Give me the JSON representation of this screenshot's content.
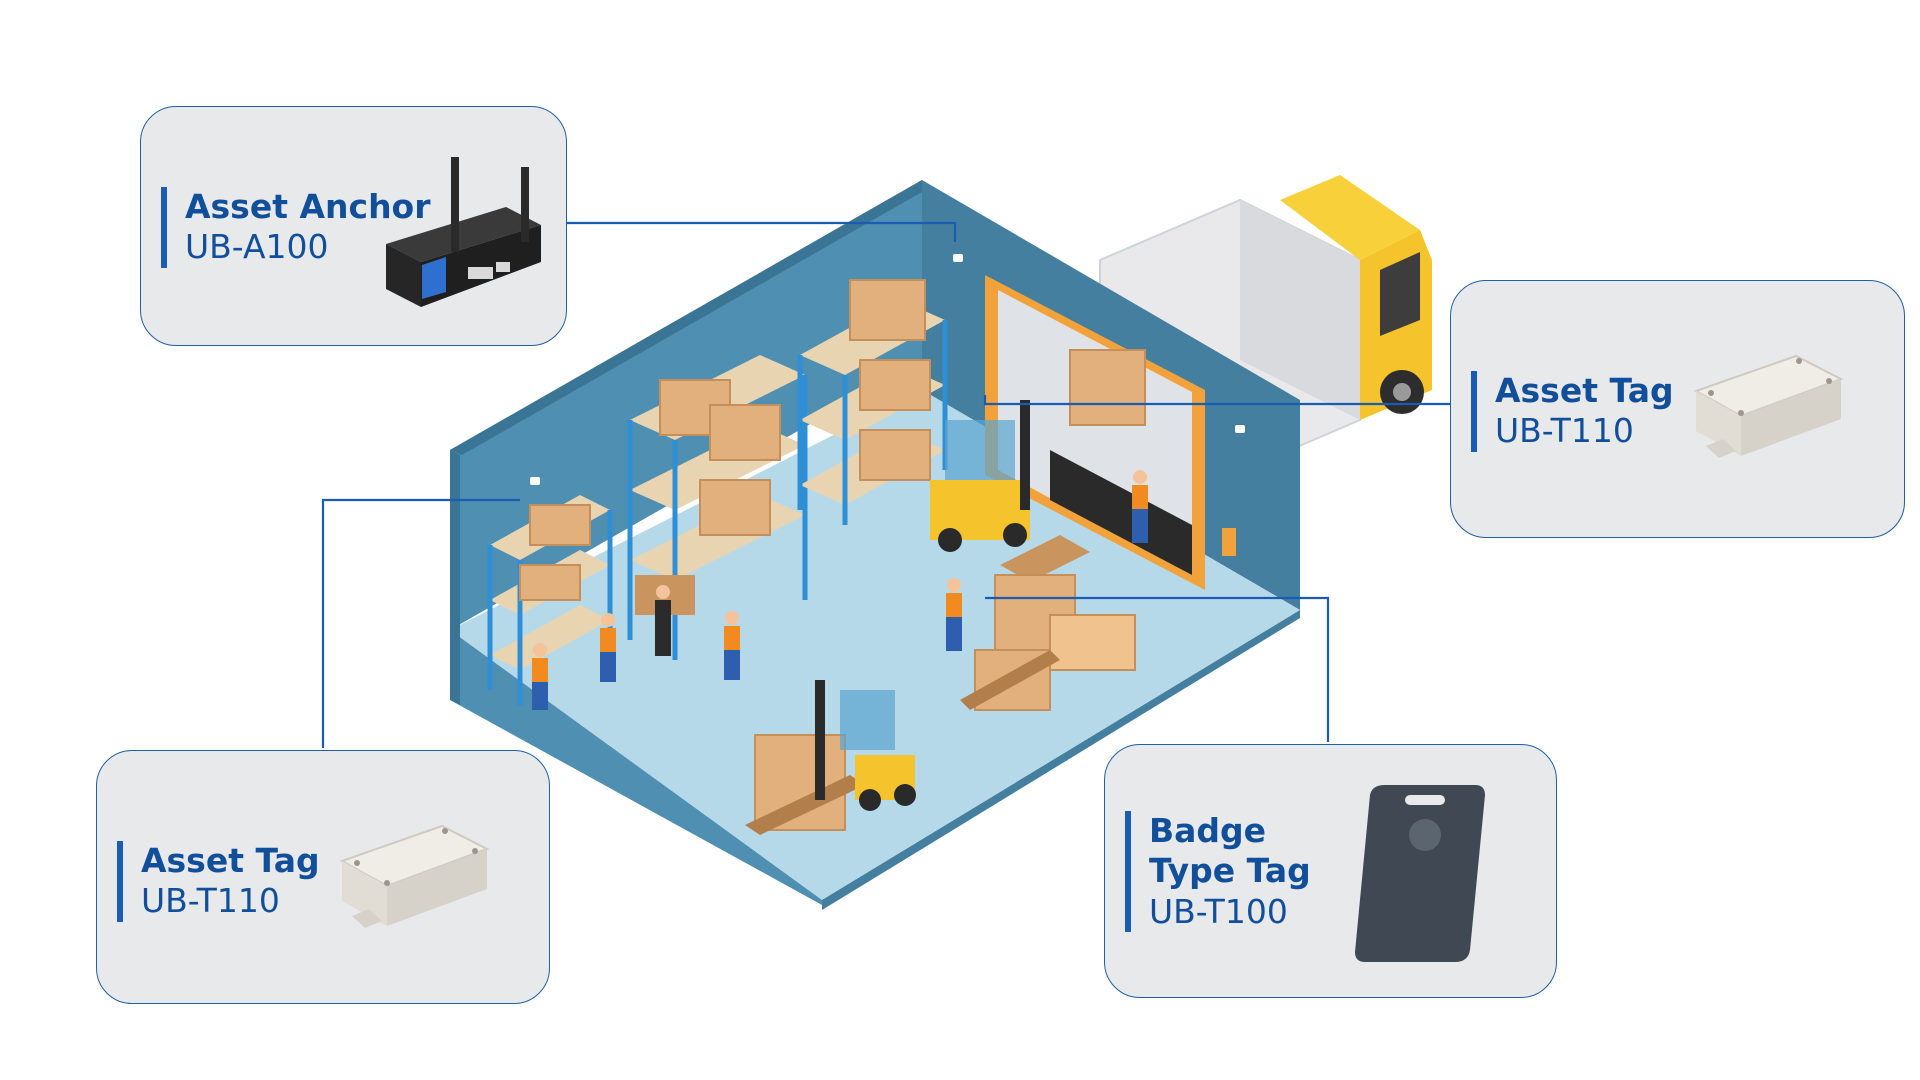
{
  "colors": {
    "accent_blue": "#1b5cb3",
    "card_bg": "#e8e9eb",
    "card_border": "#1f5fa3",
    "wall_blue": "#4f8fb1",
    "floor_blue": "#b6d9ea",
    "box_tan": "#e2b07d",
    "forklift_yellow": "#f5c42c",
    "truck_yellow": "#f7d03a",
    "worker_orange": "#f18a1f"
  },
  "devices": {
    "anchor": {
      "name": "Asset Anchor",
      "model": "UB-A100",
      "icon": "router-icon"
    },
    "asset_tag_right": {
      "name": "Asset Tag",
      "model": "UB-T110",
      "icon": "asset-tag-icon"
    },
    "asset_tag_left": {
      "name": "Asset Tag",
      "model": "UB-T110",
      "icon": "asset-tag-icon"
    },
    "badge_tag": {
      "name": "Badge\nType Tag",
      "model": "UB-T100",
      "icon": "badge-tag-icon"
    }
  },
  "scene": {
    "illustration": "warehouse-illustration",
    "objects": [
      "truck-icon",
      "forklift-icon",
      "worker-icon",
      "shelf-icon",
      "box-icon",
      "pallet-icon"
    ]
  }
}
